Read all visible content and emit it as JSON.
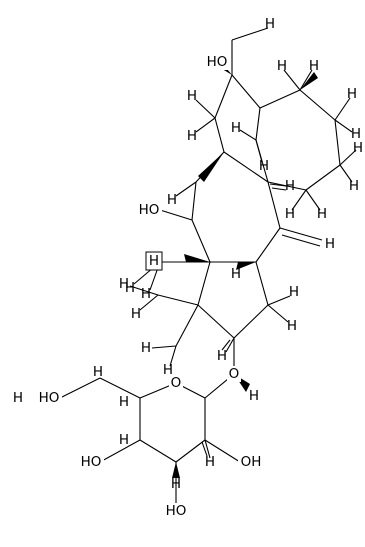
{
  "molecule": {
    "atom_labels": {
      "H": "H",
      "O": "O",
      "OH": "OH",
      "HO": "HO",
      "CH3_H": "H"
    },
    "stereo_label": "H"
  }
}
